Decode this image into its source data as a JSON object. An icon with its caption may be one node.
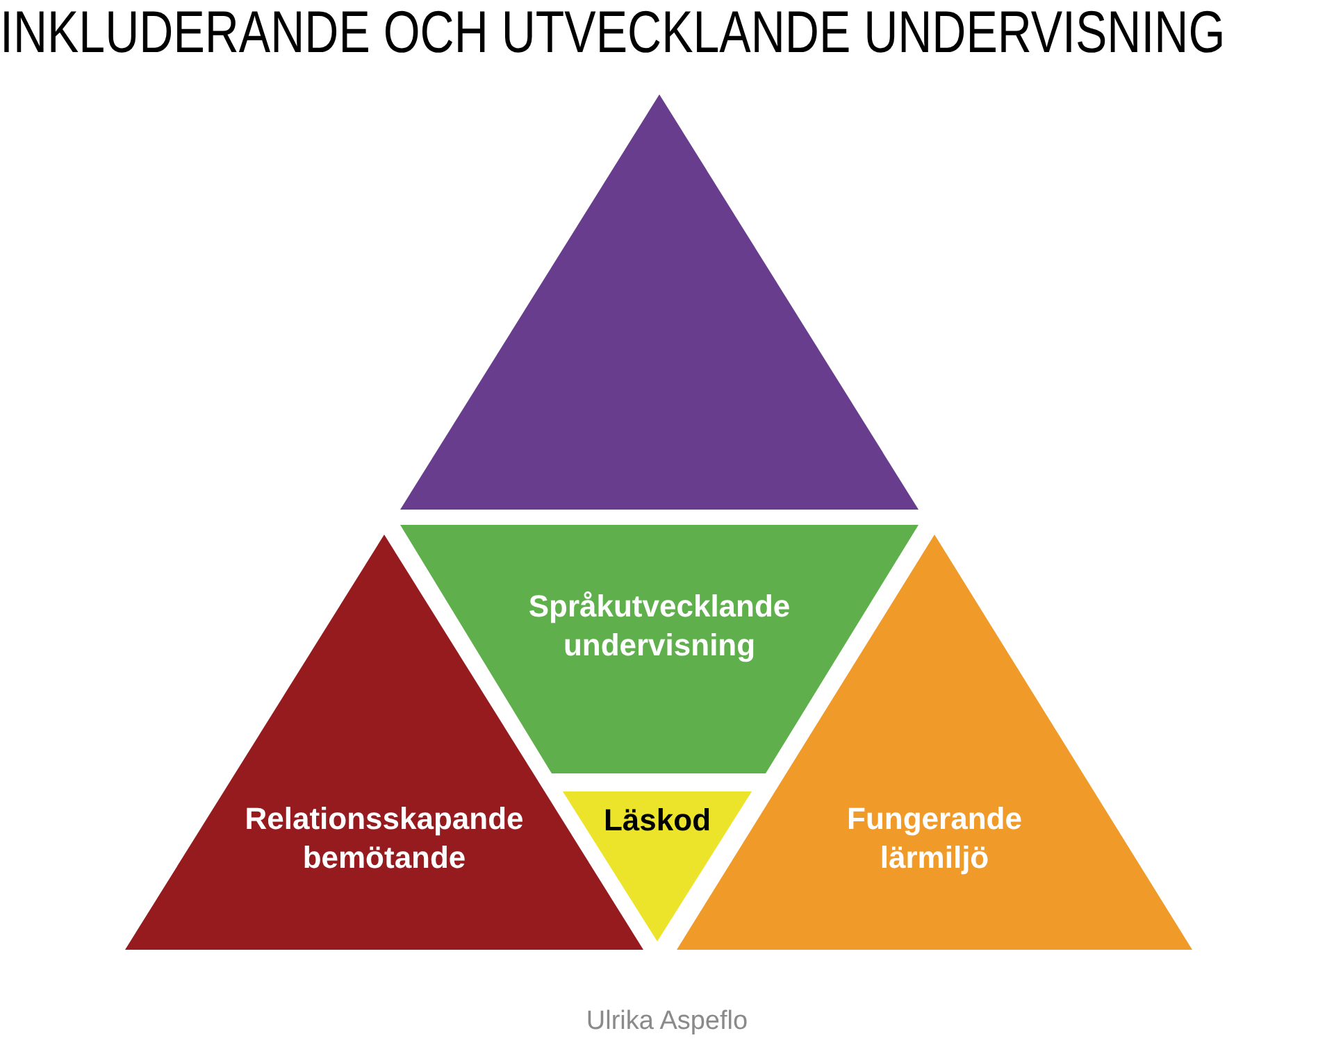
{
  "diagram": {
    "title": "INKLUDERANDE OCH UTVECKLANDE UNDERVISNING",
    "nodes": [
      {
        "text": [],
        "shape": "triangle"
      },
      {
        "text": [
          "Språkutvecklande undervisning"
        ]
      },
      {
        "text": [
          "Relationsskapande bemötande"
        ]
      },
      {
        "text": [
          "Läskod"
        ]
      },
      {
        "text": [
          "Fungerande lärmiljö"
        ]
      }
    ],
    "caption": "Ulrika Aspeflo"
  }
}
